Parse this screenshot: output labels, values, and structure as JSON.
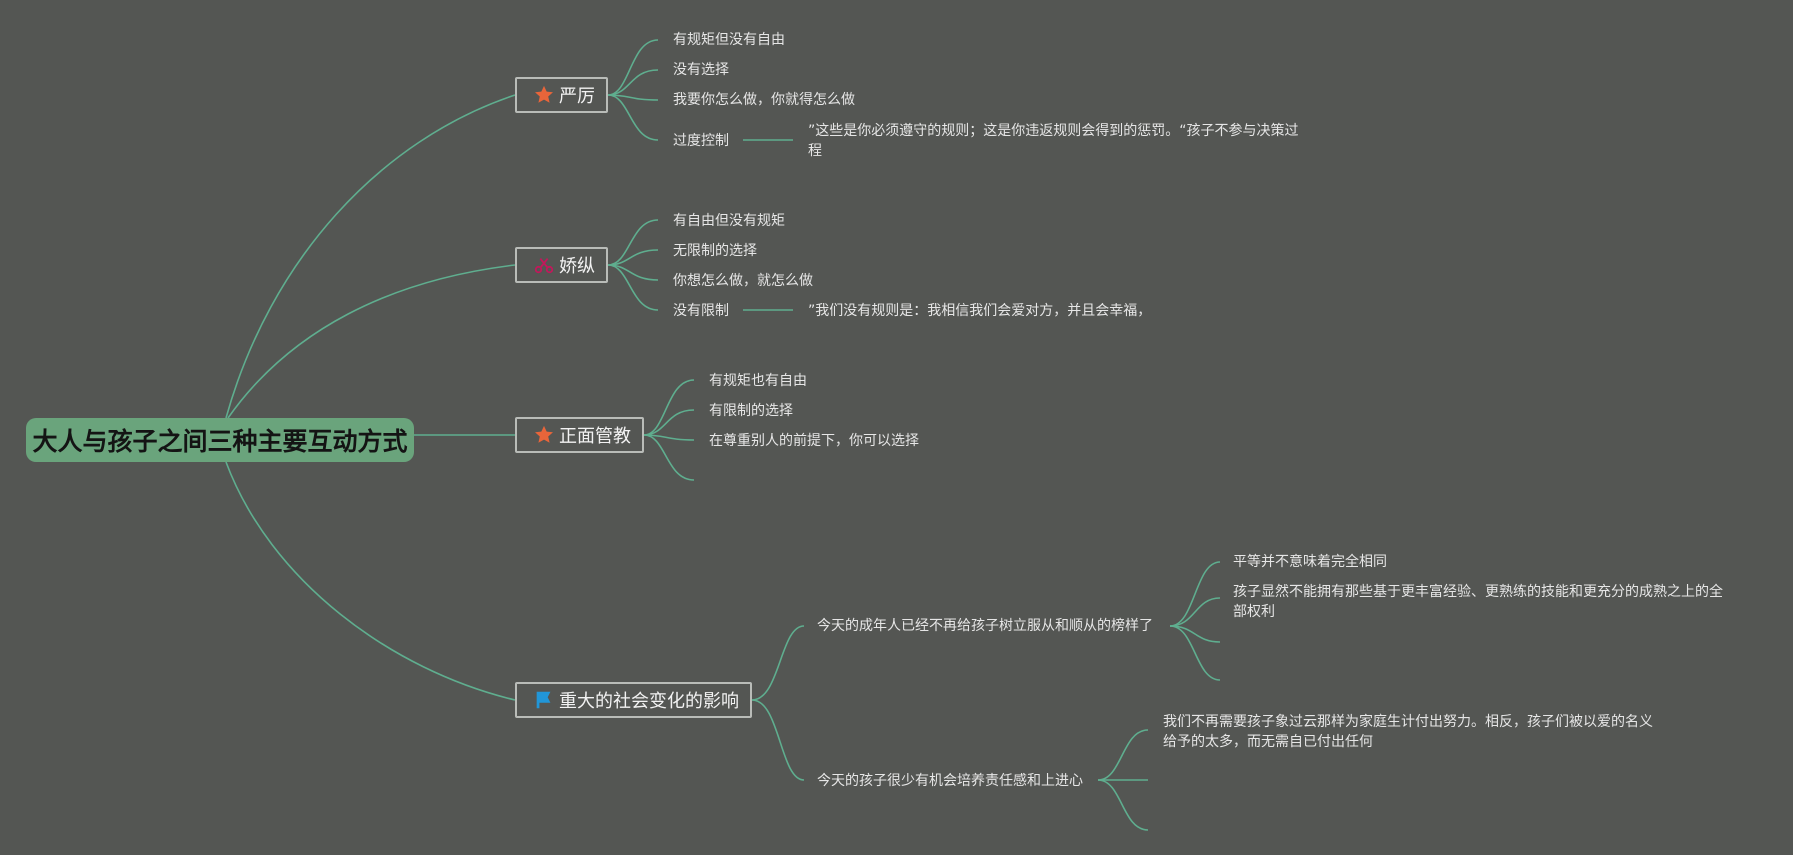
{
  "root": {
    "label": "大人与孩子之间三种主要互动方式"
  },
  "branches": [
    {
      "label": "严厉",
      "icon": "star-icon",
      "icon_color": "#e8653a",
      "children": [
        {
          "label": "有规矩但没有自由"
        },
        {
          "label": "没有选择"
        },
        {
          "label": "我要你怎么做，你就得怎么做"
        },
        {
          "label": "过度控制",
          "note": "”这些是你必须遵守的规则；这是你违返规则会得到的惩罚。“孩子不参与决策过程"
        }
      ]
    },
    {
      "label": "娇纵",
      "icon": "scissors-icon",
      "icon_color": "#c2185b",
      "children": [
        {
          "label": "有自由但没有规矩"
        },
        {
          "label": "无限制的选择"
        },
        {
          "label": "你想怎么做，就怎么做"
        },
        {
          "label": "没有限制",
          "note": "”我们没有规则是：我相信我们会爱对方，并且会幸福，"
        }
      ]
    },
    {
      "label": "正面管教",
      "icon": "star-icon",
      "icon_color": "#e8653a",
      "children": [
        {
          "label": "有规矩也有自由"
        },
        {
          "label": "有限制的选择"
        },
        {
          "label": "在尊重别人的前提下，你可以选择"
        }
      ]
    },
    {
      "label": "重大的社会变化的影响",
      "icon": "flag-icon",
      "icon_color": "#2196d8",
      "children": [
        {
          "label": "今天的成年人已经不再给孩子树立服从和顺从的榜样了",
          "subs": [
            {
              "label": "平等并不意味着完全相同"
            },
            {
              "label": "孩子显然不能拥有那些基于更丰富经验、更熟练的技能和更充分的成熟之上的全部权利"
            }
          ]
        },
        {
          "label": "今天的孩子很少有机会培养责任感和上进心",
          "subs": [
            {
              "label": "我们不再需要孩子象过云那样为家庭生计付出努力。相反，孩子们被以爱的名义给予的太多，而无需自已付出任何"
            }
          ]
        }
      ]
    }
  ],
  "colors": {
    "line": "#5fae8f",
    "background": "#545653",
    "root_fill": "#6aa47c",
    "topic_border": "#b9bcb8"
  }
}
